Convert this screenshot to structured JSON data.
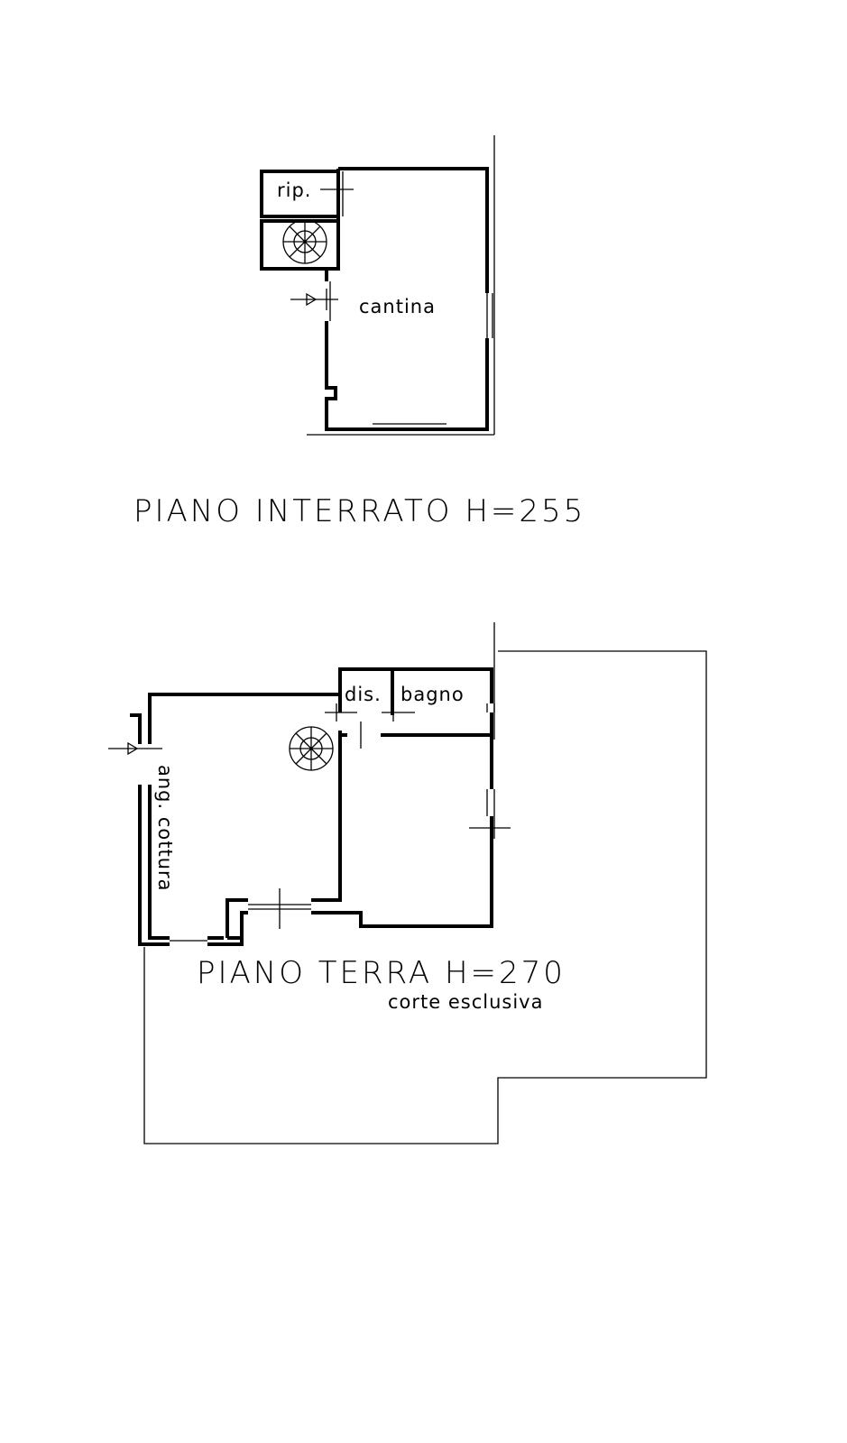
{
  "floors": [
    {
      "title": "PIANO INTERRATO H=255",
      "rooms": [
        "rip.",
        "cantina"
      ]
    },
    {
      "title": "PIANO TERRA H=270",
      "rooms": [
        "dis.",
        "bagno",
        "ang. cottura",
        "corte esclusiva"
      ]
    }
  ]
}
